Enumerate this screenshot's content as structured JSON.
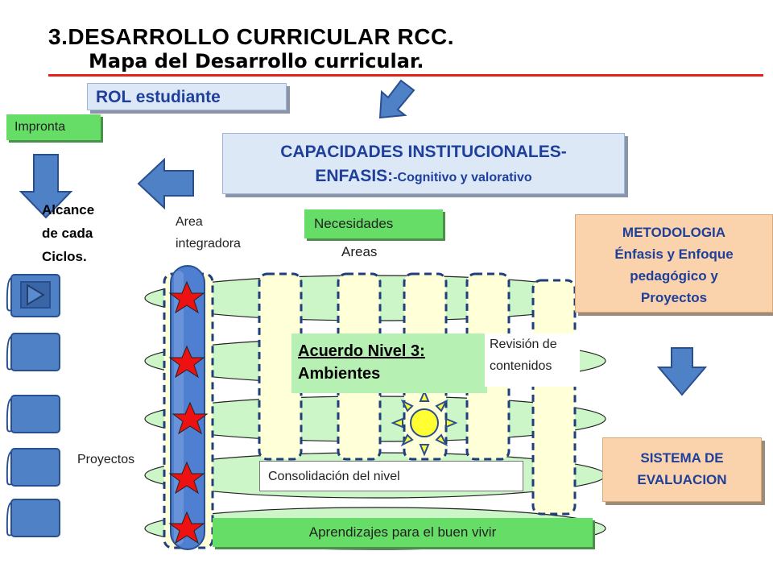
{
  "title": "3.DESARROLLO CURRICULAR RCC.",
  "subtitle": "Mapa del Desarrollo curricular.",
  "rol": "ROL estudiante",
  "impronta": "Impronta",
  "capacidades": {
    "line1": "CAPACIDADES INSTITUCIONALES-",
    "line2_bold": "ENFASIS:",
    "line2_small": "-Cognitivo y  valorativo"
  },
  "alcance": {
    "line1": "Alcance",
    "line2": "de cada",
    "line3": "Ciclos."
  },
  "area_integradora": {
    "line1": "Area",
    "line2": "integradora"
  },
  "necesidades": "Necesidades",
  "areas": "Areas",
  "metodologia": {
    "line1": "METODOLOGIA",
    "line2": "Énfasis y Enfoque",
    "line3": "pedagógico y",
    "line4": "Proyectos"
  },
  "acuerdo": {
    "line1_label": "Acuerdo Nivel 3",
    "line1_suffix": ":",
    "line2": "Ambientes"
  },
  "revision": {
    "line1": "Revisión de",
    "line2": "contenidos"
  },
  "sistema": {
    "line1": "SISTEMA DE",
    "line2": "EVALUACION"
  },
  "consolidacion": "Consolidación del nivel",
  "proyectos": "Proyectos",
  "aprendizajes": "Aprendizajes para el buen vivir",
  "colors": {
    "accent_red": "#e8201c",
    "text_blue": "#1e3f9a",
    "green_box": "#66dd66",
    "orange_box": "#fad2ab",
    "arrow_blue": "#4f81c7",
    "star_red": "#ee1111",
    "sun_yellow": "#ffff33"
  }
}
